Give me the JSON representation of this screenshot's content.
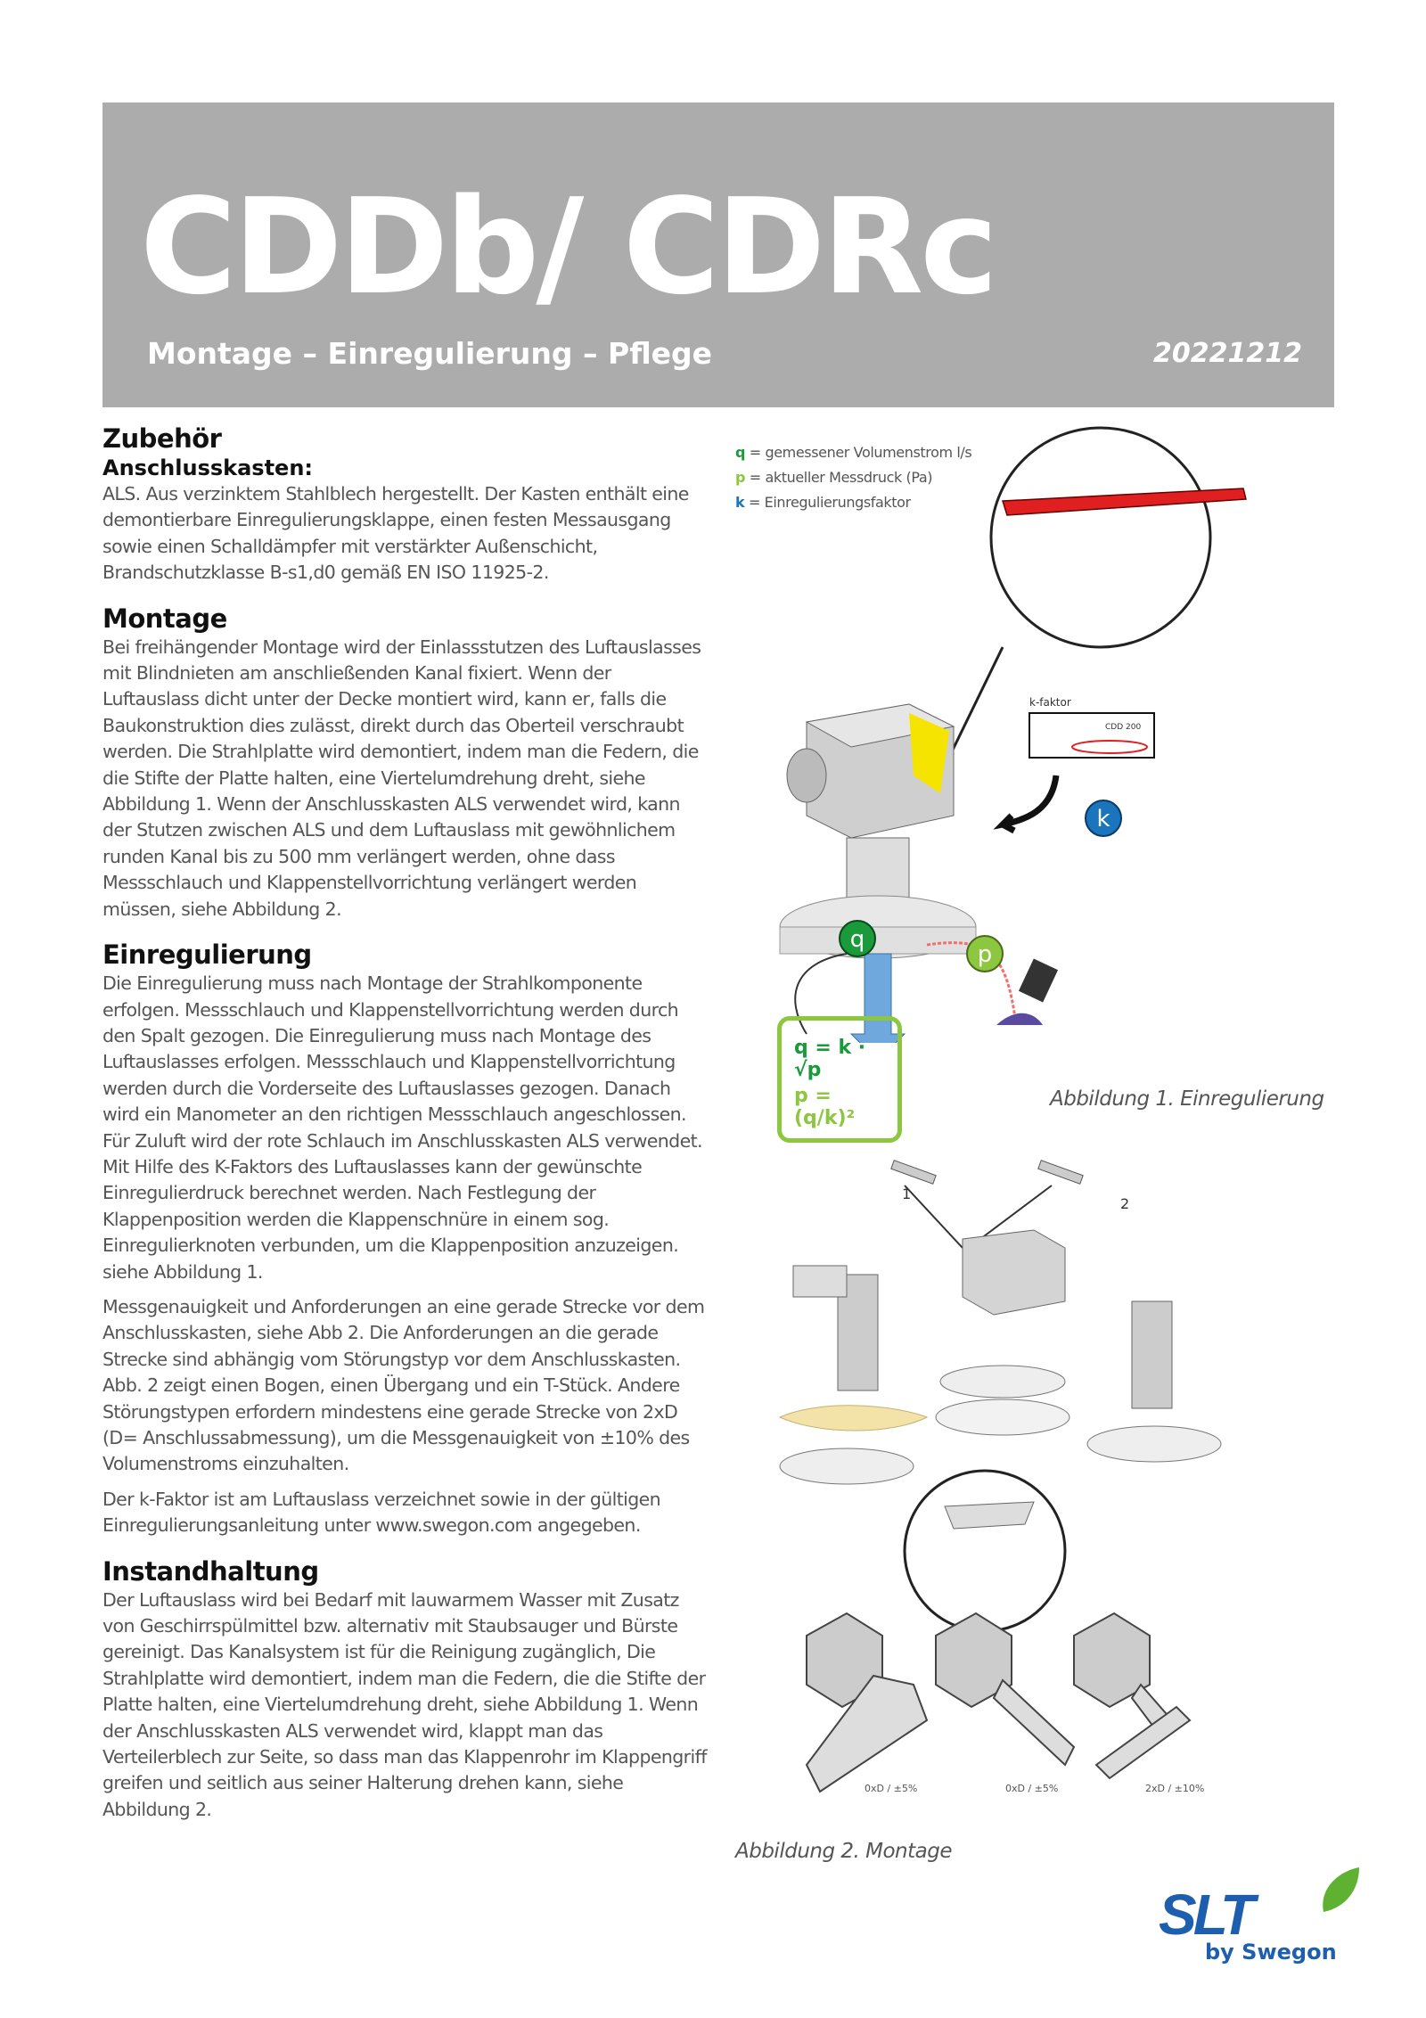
{
  "header": {
    "title": "CDDb/ CDRc",
    "subtitle": "Montage – Einregulierung – Pflege",
    "date": "20221212"
  },
  "sections": [
    {
      "heading": "Zubehör",
      "subheading": "Anschlusskasten:",
      "paragraphs": [
        "ALS. Aus verzinktem Stahlblech hergestellt. Der Kasten enthält eine demontierbare Einregulierungsklappe, einen festen Messausgang sowie einen Schalldämpfer mit verstärkter Außenschicht, Brandschutzklasse B-s1,d0 gemäß EN ISO 11925-2."
      ]
    },
    {
      "heading": "Montage",
      "paragraphs": [
        "Bei freihängender Montage wird der Einlassstutzen des Luftauslasses mit Blindnieten am anschließenden Kanal fixiert. Wenn der Luftauslass dicht unter der Decke montiert wird, kann er, falls die Baukonstruktion dies zulässt, direkt durch das Oberteil verschraubt werden. Die Strahlplatte wird demontiert, indem man die Federn, die die Stifte der Platte halten, eine Viertelumdrehung dreht, siehe Abbildung 1. Wenn der Anschlusskasten ALS verwendet wird, kann der Stutzen zwischen ALS und dem Luftauslass mit gewöhnlichem runden Kanal bis zu 500 mm verlängert werden, ohne dass Messschlauch und Klappenstellvorrichtung verlängert werden müssen, siehe Abbildung 2."
      ]
    },
    {
      "heading": "Einregulierung",
      "paragraphs": [
        "Die Einregulierung muss nach Montage der Strahlkomponente erfolgen. Messschlauch und Klappenstellvorrichtung werden durch den Spalt gezogen. Die Einregulierung muss nach Montage des Luftauslasses erfolgen. Messschlauch und Klappenstellvorrichtung werden durch die Vorderseite des Luftauslasses gezogen. Danach wird ein Manometer an den richtigen Messschlauch angeschlossen. Für Zuluft wird der rote Schlauch im Anschlusskasten ALS verwendet. Mit Hilfe des K-Faktors des Luftauslasses kann der gewünschte Einregulierdruck berechnet werden. Nach Festlegung der Klappenposition werden die Klappenschnüre in einem sog. Einregulierknoten verbunden, um die Klappenposition anzuzeigen. siehe Abbildung 1.",
        "Messgenauigkeit und Anforderungen an eine gerade Strecke vor dem Anschlusskasten, siehe Abb 2. Die Anforderungen an die gerade Strecke sind abhängig vom Störungstyp vor dem Anschlusskasten. Abb. 2 zeigt einen Bogen, einen Übergang und ein T-Stück. Andere Störungstypen erfordern mindestens eine gerade Strecke von 2xD (D= Anschlussabmessung), um die Messgenauigkeit von ±10% des Volumenstroms einzuhalten.",
        "Der k-Faktor ist am Luftauslass verzeichnet sowie in der gültigen Einregulierungsanleitung unter www.swegon.com angegeben."
      ]
    },
    {
      "heading": "Instandhaltung",
      "paragraphs": [
        "Der Luftauslass wird bei Bedarf mit lauwarmem Wasser mit Zusatz von Geschirrspülmittel bzw. alternativ mit Staubsauger und Bürste gereinigt. Das Kanalsystem ist für die Reinigung zugänglich, Die Strahlplatte wird demontiert, indem man die Federn, die die Stifte der Platte halten, eine Viertelumdrehung dreht, siehe Abbildung 1. Wenn der Anschlusskasten ALS verwendet wird, klappt man das Verteilerblech zur Seite, so dass man das Klappenrohr im Klappengriff greifen und seitlich aus seiner Halterung drehen kann, siehe Abbildung 2."
      ]
    }
  ],
  "figure1": {
    "legend": [
      {
        "sym": "q",
        "text": "= gemessener Volumenstrom l/s",
        "color": "#1a9a3a"
      },
      {
        "sym": "p",
        "text": "= aktueller Messdruck (Pa)",
        "color": "#8dc63f"
      },
      {
        "sym": "k",
        "text": "= Einregulierungsfaktor",
        "color": "#1b75bc"
      }
    ],
    "kfaktor_label": "k-faktor",
    "plate_model": "CDD 200",
    "badges": {
      "q": "q",
      "p": "p",
      "k": "k"
    },
    "formula1": "q = k · √p",
    "formula2": "p = (q/k)²",
    "caption": "Abbildung 1. Einregulierung"
  },
  "figure2": {
    "labels": [
      "1",
      "2"
    ],
    "duct_labels": [
      "0xD / ±5%",
      "0xD / ±5%",
      "2xD / ±10%"
    ],
    "caption": "Abbildung 2. Montage"
  },
  "logo": {
    "brand": "SLT",
    "sub": "by Swegon",
    "blue": "#1d5fae",
    "green": "#5fb131"
  }
}
